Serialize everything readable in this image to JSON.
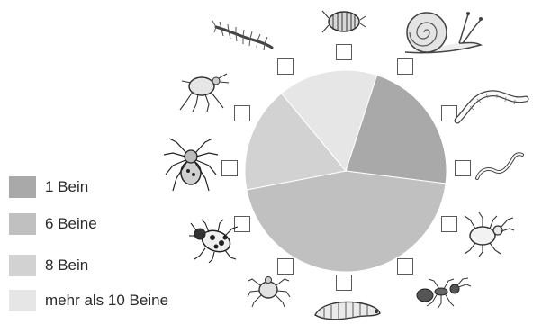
{
  "chart_data": {
    "type": "pie",
    "title": "",
    "slices": [
      {
        "label": "1 Bein",
        "value": 22,
        "color": "#a9a9a9"
      },
      {
        "label": "6 Beine",
        "value": 45,
        "color": "#c0c0c0"
      },
      {
        "label": "8 Bein",
        "value": 17,
        "color": "#d2d2d2"
      },
      {
        "label": "mehr als 10 Beine",
        "value": 16,
        "color": "#e6e6e6"
      }
    ],
    "legend_position": "left"
  },
  "legend": [
    {
      "label": "1 Bein",
      "color": "#a9a9a9"
    },
    {
      "label": "6 Beine",
      "color": "#c0c0c0"
    },
    {
      "label": "8 Bein",
      "color": "#d2d2d2"
    },
    {
      "label": "mehr als 10 Beine",
      "color": "#e6e6e6"
    }
  ],
  "animals": [
    {
      "icon": "centipede-icon"
    },
    {
      "icon": "woodlouse-icon"
    },
    {
      "icon": "snail-icon"
    },
    {
      "icon": "earthworm-icon"
    },
    {
      "icon": "small-worm-icon"
    },
    {
      "icon": "beetle-icon"
    },
    {
      "icon": "ant-icon"
    },
    {
      "icon": "larva-icon"
    },
    {
      "icon": "mite-icon"
    },
    {
      "icon": "spotted-beetle-icon"
    },
    {
      "icon": "spider-icon"
    },
    {
      "icon": "tick-icon"
    }
  ],
  "checkbox_count": 12
}
